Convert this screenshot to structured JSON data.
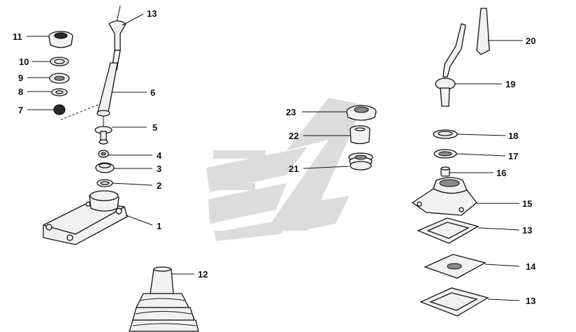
{
  "labels": {
    "l11": "11",
    "l10": "10",
    "l9": "9",
    "l8": "8",
    "l7": "7",
    "l13": "13",
    "l6": "6",
    "l5": "5",
    "l4": "4",
    "l3": "3",
    "l2": "2",
    "l1": "1",
    "l12": "12",
    "l23": "23",
    "l22": "22",
    "l21": "21",
    "l20": "20",
    "l19": "19",
    "l18": "18",
    "l17": "17",
    "l16": "16",
    "l15": "15",
    "l13b": "13",
    "l14": "14",
    "l13c": "13"
  },
  "colors": {
    "line": "#111111",
    "part_fill": "#f1f1f1",
    "watermark": "#dcdcdc"
  }
}
